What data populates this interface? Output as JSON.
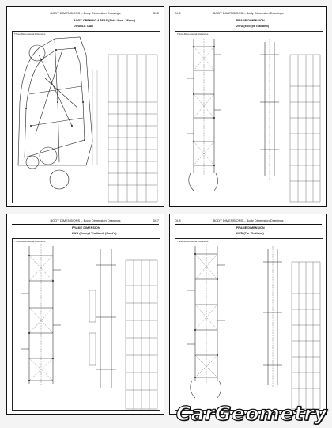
{
  "pages": [
    {
      "header_left": "",
      "header_center": "BODY DIMENSIONS – Body Dimension Drawings",
      "header_right": "DI-5",
      "title_line1": "BODY OPENING AREAS (Side View – Front)",
      "title_line2": "DOUBLE CAB",
      "drawing_label": "Three-Dimensional Distances"
    },
    {
      "header_left": "DI-6",
      "header_center": "BODY DIMENSIONS – Body Dimension Drawings",
      "header_right": "",
      "title_line1": "FRAME DIMENSION",
      "title_line2": "2WD (Except Thailand)",
      "drawing_label": "Three-Dimensional Distances"
    },
    {
      "header_left": "",
      "header_center": "BODY DIMENSIONS – Body Dimension Drawings",
      "header_right": "DI-7",
      "title_line1": "FRAME DIMENSION",
      "title_line2": "2WD (Except Thailand) (Cont'd)",
      "drawing_label": "Three-Dimensional Distances"
    },
    {
      "header_left": "DI-8",
      "header_center": "BODY DIMENSIONS – Body Dimension Drawings",
      "header_right": "",
      "title_line1": "FRAME DIMENSION",
      "title_line2": "2WD (For Thailand)",
      "drawing_label": "Three-Dimensional Distances"
    }
  ],
  "logo": "CarGeometry"
}
